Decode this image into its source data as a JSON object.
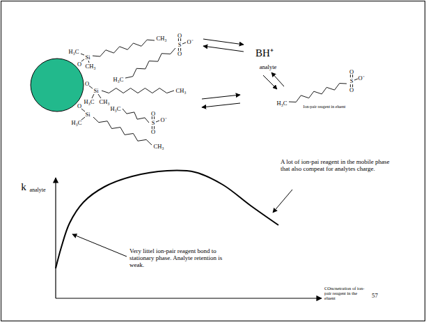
{
  "diagram": {
    "labels": [
      "H₃C",
      "Si",
      "O",
      "CH₃",
      "CH₃",
      "H₃C",
      "S",
      "O",
      "O",
      "O⁻",
      "O",
      "Si",
      "H₃C",
      "CH₃",
      "CH₃",
      "H₃C",
      "S",
      "O",
      "O",
      "O⁻",
      "O",
      "Si",
      "H₃C",
      "CH₃",
      "BH⁺",
      "analyte",
      "H₃C",
      "S",
      "O",
      "O",
      "O⁻",
      "Ion-pair reagent in eluent",
      "k",
      "analyte",
      "A lot of ion-pai reagent in the mobile phase that also compeat for analytes charge.",
      "Very littel ion-pair reagent bond to stationary phase. Analyte retention is weak.",
      "COncnetration of ion-pair reagent in the eluent",
      "57"
    ]
  }
}
